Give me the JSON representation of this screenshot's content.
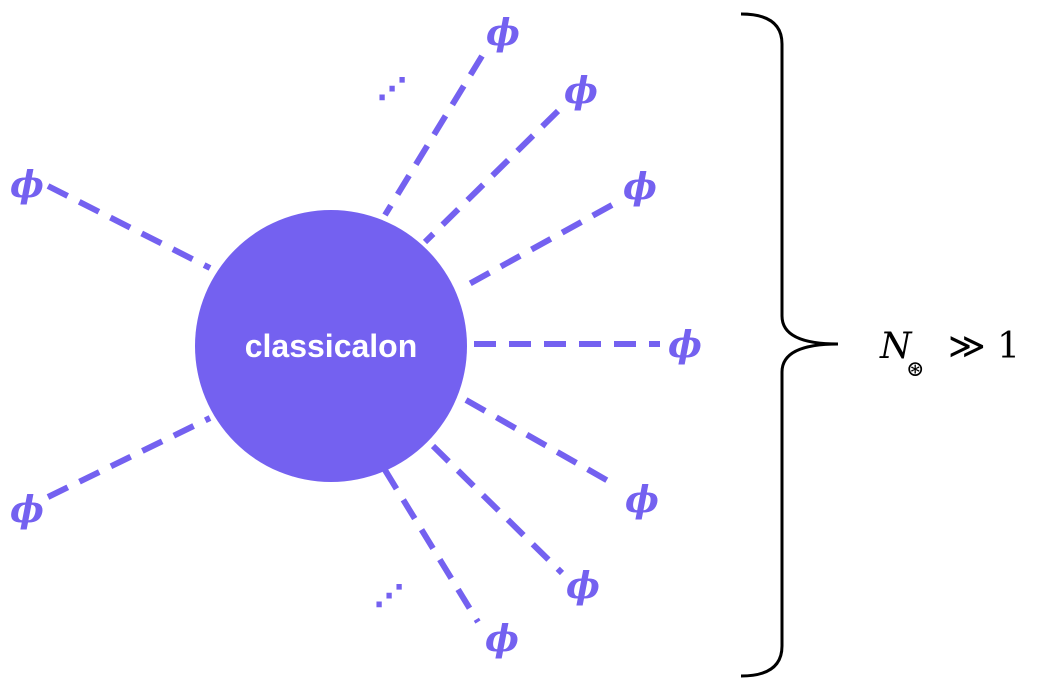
{
  "diagram": {
    "accent_color": "#7461f0",
    "ink_color": "#000000",
    "center": {
      "label": "classicalon"
    },
    "ray_symbol": "ϕ",
    "ellipsis": "⋰",
    "brace_label": {
      "main": "N",
      "subscript": "⊛",
      "relation": "≫ 1"
    }
  }
}
